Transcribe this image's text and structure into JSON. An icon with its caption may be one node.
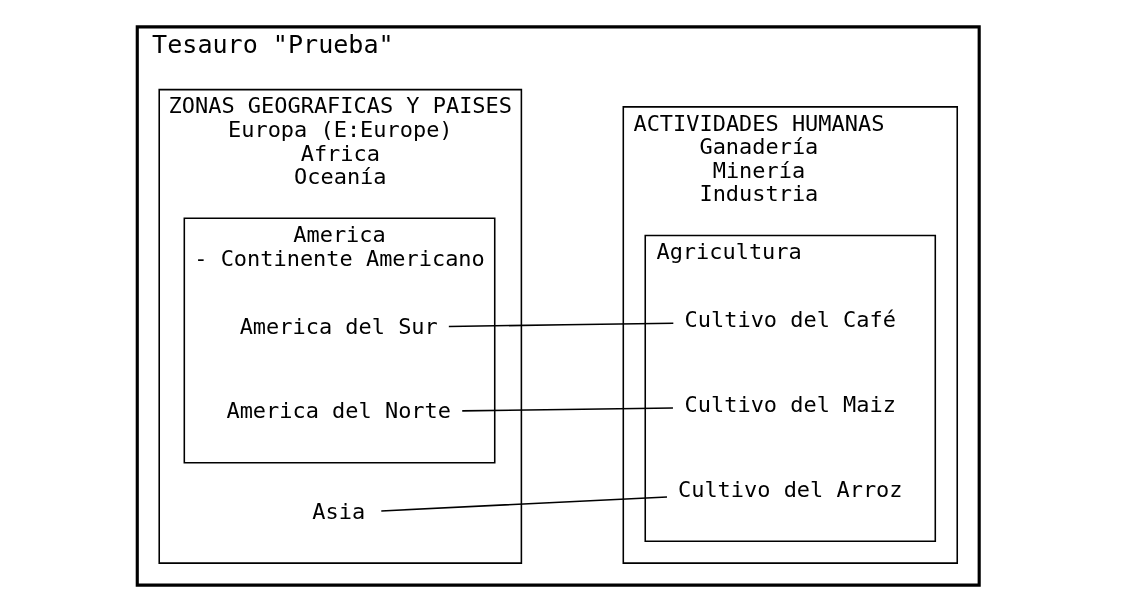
{
  "diagram": {
    "nodes": [
      {
        "text": [
          "Tesauro \"Prueba\""
        ]
      },
      {
        "text": [
          "ZONAS GEOGRAFICAS Y PAISES",
          "Europa (E:Europe)",
          "Africa",
          "Oceanía"
        ],
        "in": 0
      },
      {
        "text": [
          "Asia"
        ],
        "in": 1
      },
      {
        "text": [
          "America",
          "- Continente Americano"
        ],
        "in": 1
      },
      {
        "text": [
          "America del Sur"
        ],
        "in": 3
      },
      {
        "text": [
          "America del Norte"
        ],
        "in": 3
      },
      {
        "text": [
          "ACTIVIDADES HUMANAS",
          "Ganadería",
          "Minería",
          "Industria"
        ],
        "in": 0
      },
      {
        "text": [
          "Agricultura"
        ],
        "in": 6
      },
      {
        "text": [
          "Cultivo del Arroz"
        ],
        "in": 7
      },
      {
        "text": [
          "Cultivo del Café"
        ],
        "in": 7
      },
      {
        "text": [
          "Cultivo del Maiz"
        ],
        "in": 7
      }
    ],
    "edges": [
      {
        "from": 2,
        "to": 8,
        "arrow": "none"
      },
      {
        "from": 4,
        "to": 9,
        "arrow": "none"
      },
      {
        "from": 5,
        "to": 10,
        "arrow": "none"
      }
    ]
  }
}
